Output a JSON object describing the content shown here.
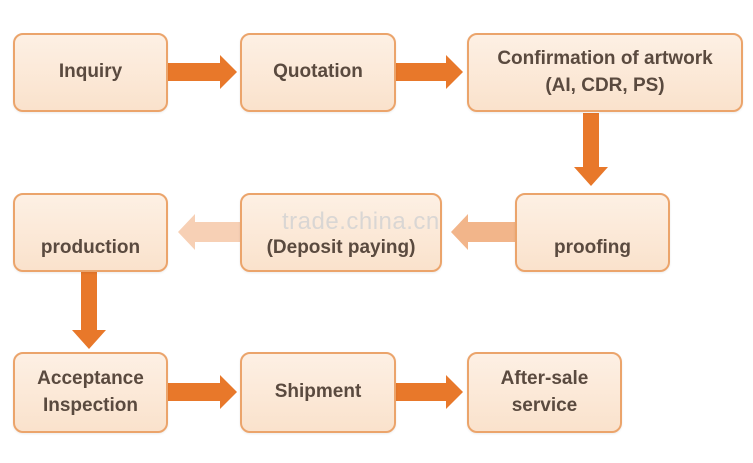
{
  "steps": {
    "inquiry": "Inquiry",
    "quotation": "Quotation",
    "artwork_line1": "Confirmation of artwork",
    "artwork_line2": "(AI, CDR, PS)",
    "proofing": "proofing",
    "deposit": "(Deposit paying)",
    "production": "production",
    "acceptance_line1": "Acceptance",
    "acceptance_line2": "Inspection",
    "shipment": "Shipment",
    "aftersale_line1": "After-sale",
    "aftersale_line2": "service"
  },
  "watermark": "trade.china.cn",
  "colors": {
    "arrow": "#e8782a",
    "box_border": "#eba46b",
    "box_fill": "#fae2cc",
    "text": "#5a4a3f"
  }
}
